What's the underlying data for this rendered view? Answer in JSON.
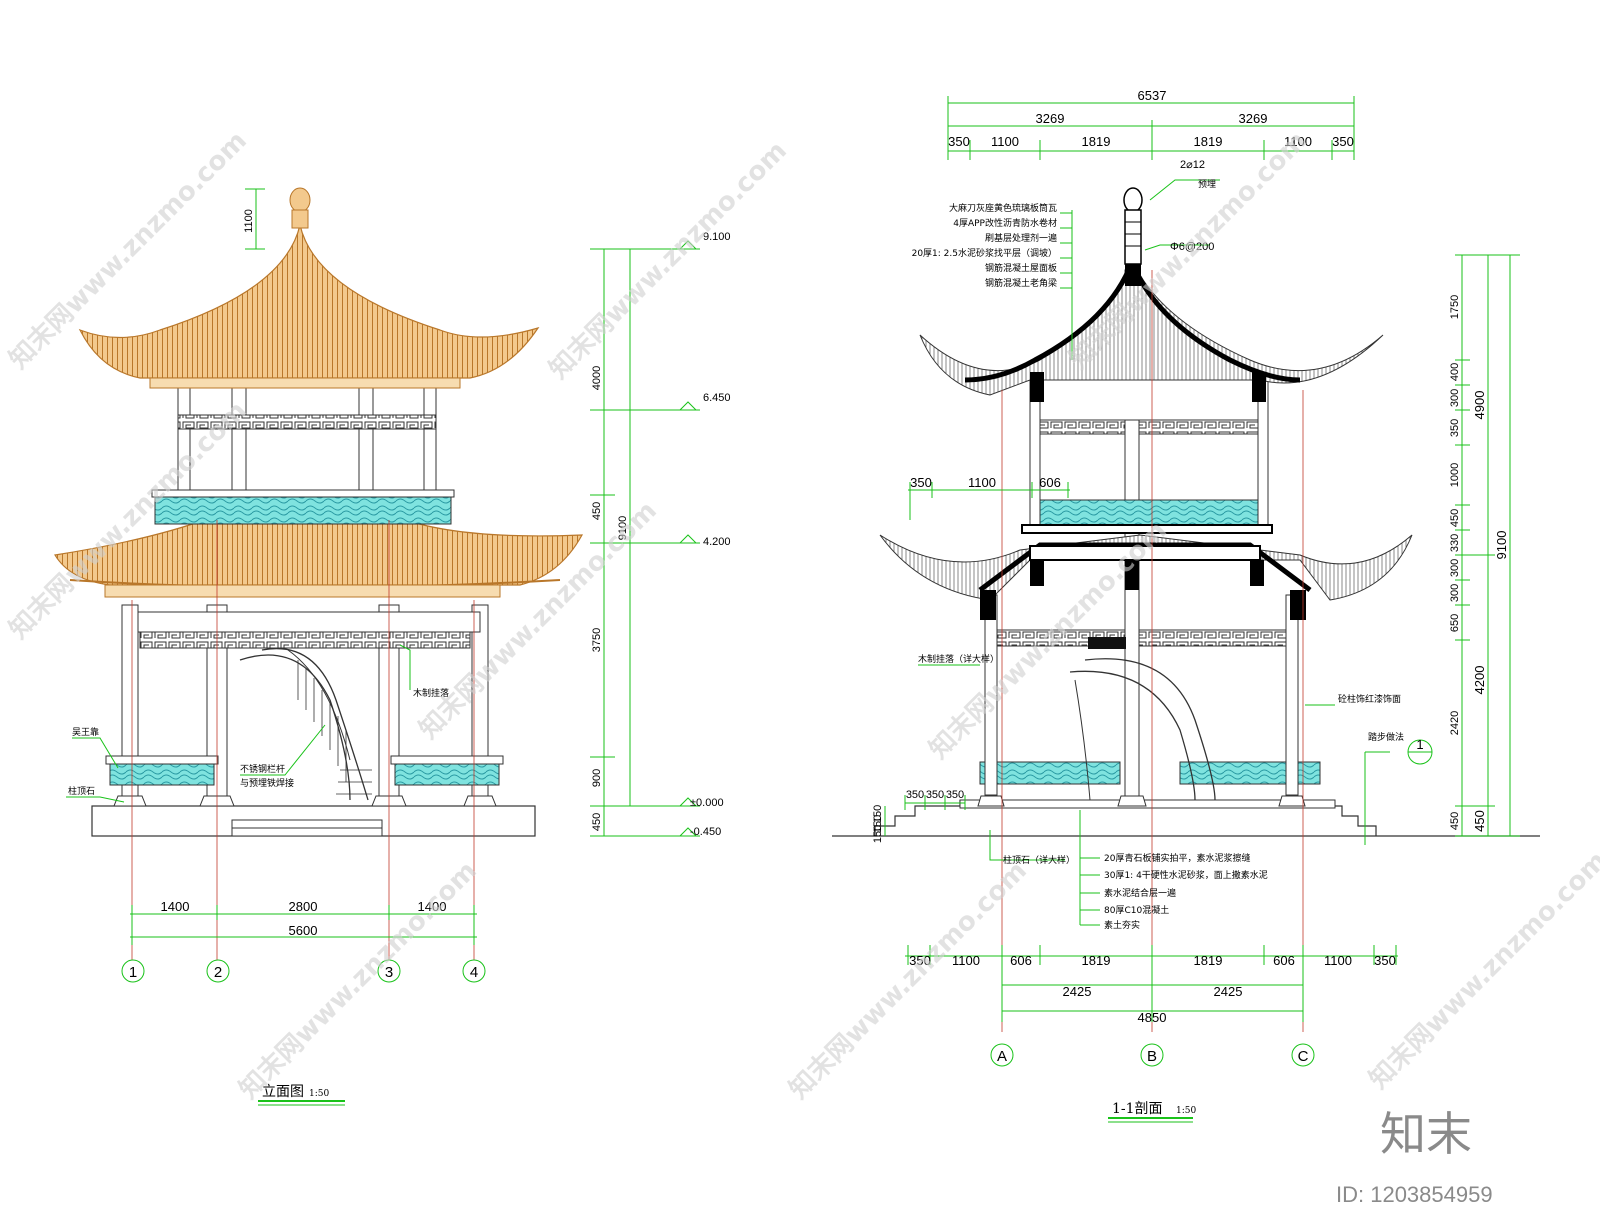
{
  "watermarks": {
    "text": "知末网www.znzmo.com",
    "logo": "知末",
    "id": "ID: 1203854959"
  },
  "elevation": {
    "title": "立面图",
    "scale": "1:50",
    "top_dims": {
      "finial": "1100"
    },
    "right_dims": {
      "d1": "4000",
      "d2": "450",
      "d3": "3750",
      "d4": "900",
      "d5": "450",
      "total": "9100"
    },
    "levels": {
      "l1": "9.100",
      "l2": "6.450",
      "l3": "4.200",
      "l4": "±0.000",
      "l5": "-0.450"
    },
    "bottom_dims": {
      "a": "1400",
      "b": "2800",
      "c": "1400",
      "total": "5600"
    },
    "axes": [
      "1",
      "2",
      "3",
      "4"
    ],
    "notes": {
      "n1": "吴王靠",
      "n2": "柱顶石",
      "n3": "不锈钢栏杆",
      "n3b": "与预埋铁焊接",
      "n4": "木制挂落"
    }
  },
  "section": {
    "title": "1-1剖面",
    "scale": "1:50",
    "top_total": "6537",
    "top_half": [
      "3269",
      "3269"
    ],
    "top_parts": [
      "350",
      "1100",
      "1819",
      "1819",
      "1100",
      "350"
    ],
    "roof_notes": [
      "大麻刀灰座黄色琉璃板筒瓦",
      "4厚APP改性沥青防水卷材",
      "刷基层处理剂一遍",
      "20厚1: 2.5水泥砂浆找平层（调坡）",
      "钢筋混凝土屋面板",
      "钢筋混凝土老角梁"
    ],
    "finial_notes": {
      "rebar": "2⌀12",
      "embed": "预埋",
      "tie": "Φ6@200"
    },
    "mid_dims": [
      "350",
      "1100",
      "606"
    ],
    "right_dims": [
      "1750",
      "400",
      "300",
      "350",
      "1000",
      "450",
      "330",
      "300",
      "300",
      "650",
      "2420",
      "450"
    ],
    "right_groups": [
      "4900",
      "4200",
      "450"
    ],
    "right_total": "9100",
    "left_notes": {
      "hang": "木制挂落（详大样）",
      "base": "柱顶石（详大样）"
    },
    "right_notes": {
      "column": "砼柱饰红漆饰面",
      "step": "踏步做法",
      "detail": "1"
    },
    "step_dims": [
      "350",
      "350",
      "350"
    ],
    "step_heights": [
      "150",
      "150",
      "150"
    ],
    "floor_notes": [
      "20厚青石板铺实拍平，素水泥浆擦缝",
      "30厚1: 4干硬性水泥砂浆，面上撒素水泥",
      "素水泥结合层一遍",
      "80厚C10混凝土",
      "素土夯实"
    ],
    "bottom_parts": [
      "350",
      "1100",
      "606",
      "1819",
      "1819",
      "606",
      "1100",
      "350"
    ],
    "bottom_half": [
      "2425",
      "2425"
    ],
    "bottom_total": "4850",
    "axes": [
      "A",
      "B",
      "C"
    ]
  }
}
